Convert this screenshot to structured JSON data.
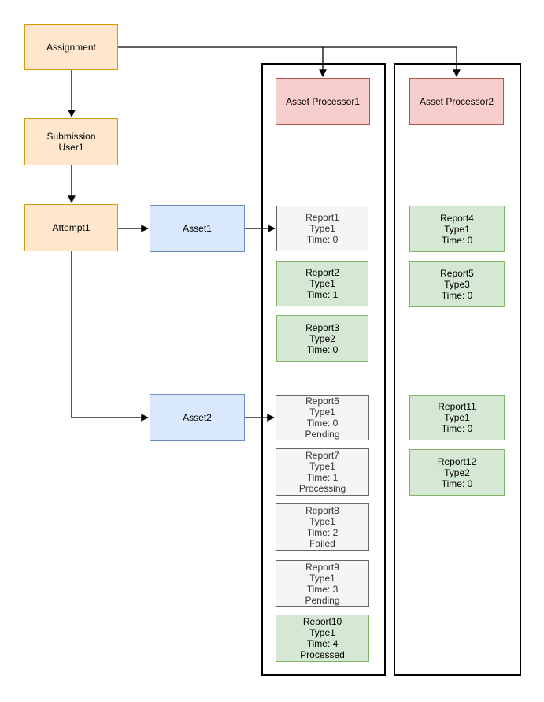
{
  "colors": {
    "orange_fill": "#FFE6CC",
    "orange_border": "#D79B00",
    "blue_fill": "#DAE8FC",
    "blue_border": "#6C8EBF",
    "red_fill": "#F8CECC",
    "red_border": "#B85450",
    "green_fill": "#D5E8D4",
    "green_border": "#82B366",
    "gray_fill": "#F5F5F5",
    "gray_border": "#666666",
    "gray_text": "#333333",
    "connector": "#000000",
    "background": "#FFFFFF"
  },
  "nodes": {
    "assignment": {
      "lines": [
        "Assignment"
      ]
    },
    "submission_user1": {
      "lines": [
        "Submission",
        "User1"
      ]
    },
    "attempt1": {
      "lines": [
        "Attempt1"
      ]
    },
    "asset1": {
      "lines": [
        "Asset1"
      ]
    },
    "asset2": {
      "lines": [
        "Asset2"
      ]
    },
    "asset_processor1": {
      "lines": [
        "Asset Processor1"
      ]
    },
    "asset_processor2": {
      "lines": [
        "Asset Processor2"
      ]
    },
    "report1": {
      "lines": [
        "Report1",
        "Type1",
        "Time: 0"
      ]
    },
    "report2": {
      "lines": [
        "Report2",
        "Type1",
        "Time: 1"
      ]
    },
    "report3": {
      "lines": [
        "Report3",
        "Type2",
        "Time: 0"
      ]
    },
    "report4": {
      "lines": [
        "Report4",
        "Type1",
        "Time: 0"
      ]
    },
    "report5": {
      "lines": [
        "Report5",
        "Type3",
        "Time: 0"
      ]
    },
    "report6": {
      "lines": [
        "Report6",
        "Type1",
        "Time: 0",
        "Pending"
      ]
    },
    "report7": {
      "lines": [
        "Report7",
        "Type1",
        "Time: 1",
        "Processing"
      ]
    },
    "report8": {
      "lines": [
        "Report8",
        "Type1",
        "Time: 2",
        "Failed"
      ]
    },
    "report9": {
      "lines": [
        "Report9",
        "Type1",
        "Time: 3",
        "Pending"
      ]
    },
    "report10": {
      "lines": [
        "Report10",
        "Type1",
        "Time: 4",
        "Processed"
      ]
    },
    "report11": {
      "lines": [
        "Report11",
        "Type1",
        "Time: 0"
      ]
    },
    "report12": {
      "lines": [
        "Report12",
        "Type2",
        "Time: 0"
      ]
    }
  }
}
